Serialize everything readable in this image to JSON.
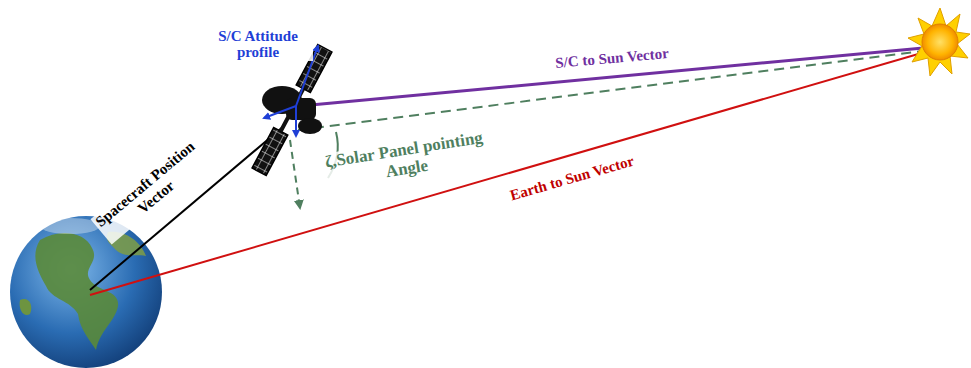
{
  "diagram": {
    "labels": [
      "S/C Attitude profile",
      "S/C to Sun Vector",
      "ζ,Solar Panel pointing Angle",
      "Earth to Sun Vector",
      "Spacecraft Position Vector"
    ]
  }
}
